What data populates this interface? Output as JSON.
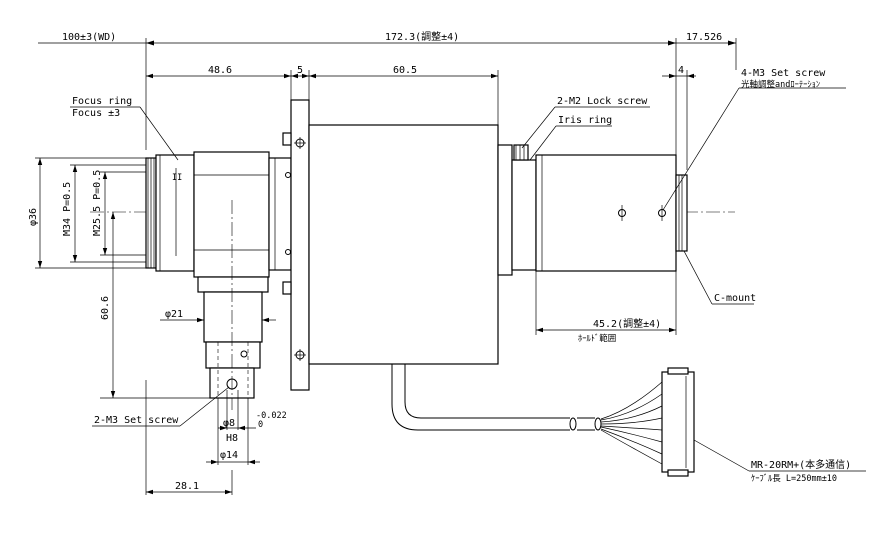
{
  "dimensions": {
    "wd": "100±3(WD)",
    "overall": "172.3(調整±4)",
    "right_flange": "17.526",
    "lens_length": "48.6",
    "plate": "5",
    "body_length": "60.5",
    "cmount_gap": "4",
    "hold_range": "45.2(調整±4)",
    "hold_range_label": "ﾎｰﾙﾄﾞ範囲",
    "dia36": "φ36",
    "m34": "M34 P=0.5",
    "m25": "M25.5 P=0.5",
    "h606": "60.6",
    "dia21": "φ21",
    "dia8": "φ8",
    "tol": "-0.022",
    "tol0": "0",
    "h8": "H8",
    "dia14": "φ14",
    "d281": "28.1"
  },
  "callouts": {
    "focus_ring": "Focus ring",
    "focus_pm": "Focus ±3",
    "lock_screw": "2-M2 Lock screw",
    "iris_ring": "Iris ring",
    "set_screw_4": "4-M3 Set screw",
    "set_screw_4_jp": "光軸調整andﾛｰﾃｰｼｮﾝ",
    "cmount": "C-mount",
    "set_screw_2": "2-M3 Set screw",
    "connector": "MR-20RM+(本多通信)",
    "cable": "ｹｰﾌﾞﾙ長 L=250mm±10"
  }
}
